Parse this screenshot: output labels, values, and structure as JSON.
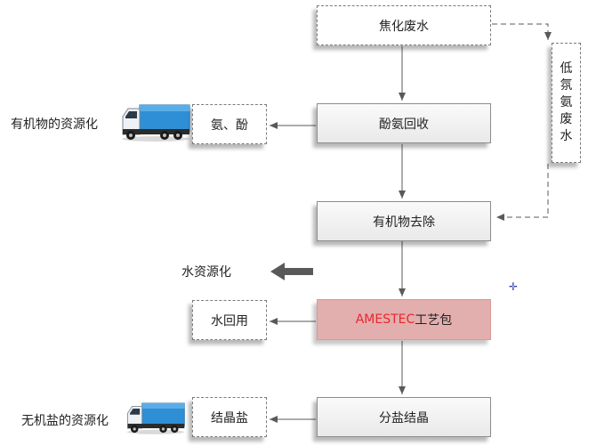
{
  "nodes": {
    "coking_wastewater": "焦化废水",
    "phenol_ammonia_recovery": "酚氨回收",
    "organics_removal": "有机物去除",
    "amestec_prefix": "AMESTEC",
    "amestec_suffix": "工艺包",
    "salt_separation": "分盐结晶",
    "ammonia_phenol": "氨、酚",
    "water_reuse": "水回用",
    "crystal_salt": "结晶盐",
    "low_nitrogen_chars": [
      "低",
      "氛",
      "氨",
      "废",
      "水"
    ]
  },
  "labels": {
    "organic_resource": "有机物的资源化",
    "water_resource": "水资源化",
    "inorganic_resource": "无机盐的资源化"
  },
  "colors": {
    "amestec_fill": "#e3aeae",
    "amestec_text": "#e8282d",
    "arrow": "#595959",
    "truck_box": "#2f8fd6"
  },
  "icons": [
    "truck-icon",
    "left-arrow-icon"
  ]
}
